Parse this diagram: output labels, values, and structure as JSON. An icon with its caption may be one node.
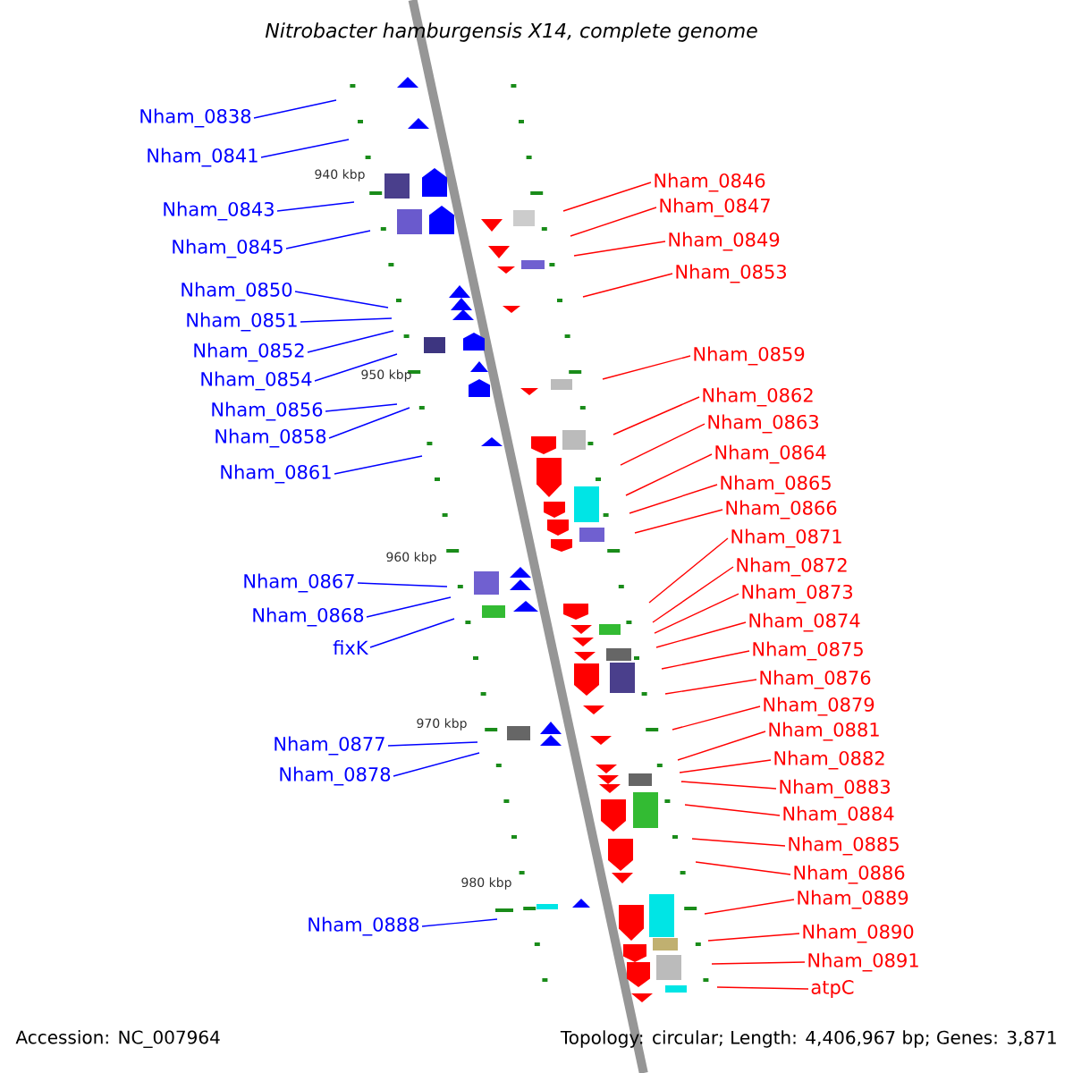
{
  "diagram": {
    "title": "Nitrobacter hamburgensis X14, complete genome",
    "nodes": [
      {
        "text": [
          "Nham_0838"
        ]
      },
      {
        "text": [
          "Nham_0841"
        ]
      },
      {
        "text": [
          "Nham_0843"
        ]
      },
      {
        "text": [
          "Nham_0845"
        ]
      },
      {
        "text": [
          "Nham_0850"
        ]
      },
      {
        "text": [
          "Nham_0851"
        ]
      },
      {
        "text": [
          "Nham_0852"
        ]
      },
      {
        "text": [
          "Nham_0854"
        ]
      },
      {
        "text": [
          "Nham_0856"
        ]
      },
      {
        "text": [
          "Nham_0858"
        ]
      },
      {
        "text": [
          "Nham_0861"
        ]
      },
      {
        "text": [
          "Nham_0867"
        ]
      },
      {
        "text": [
          "Nham_0868"
        ]
      },
      {
        "text": [
          "fixK"
        ]
      },
      {
        "text": [
          "Nham_0877"
        ]
      },
      {
        "text": [
          "Nham_0878"
        ]
      },
      {
        "text": [
          "Nham_0888"
        ]
      },
      {
        "text": [
          "Nham_0846"
        ]
      },
      {
        "text": [
          "Nham_0847"
        ]
      },
      {
        "text": [
          "Nham_0849"
        ]
      },
      {
        "text": [
          "Nham_0853"
        ]
      },
      {
        "text": [
          "Nham_0859"
        ]
      },
      {
        "text": [
          "Nham_0862"
        ]
      },
      {
        "text": [
          "Nham_0863"
        ]
      },
      {
        "text": [
          "Nham_0864"
        ]
      },
      {
        "text": [
          "Nham_0865"
        ]
      },
      {
        "text": [
          "Nham_0866"
        ]
      },
      {
        "text": [
          "Nham_0871"
        ]
      },
      {
        "text": [
          "Nham_0872"
        ]
      },
      {
        "text": [
          "Nham_0873"
        ]
      },
      {
        "text": [
          "Nham_0874"
        ]
      },
      {
        "text": [
          "Nham_0875"
        ]
      },
      {
        "text": [
          "Nham_0876"
        ]
      },
      {
        "text": [
          "Nham_0879"
        ]
      },
      {
        "text": [
          "Nham_0881"
        ]
      },
      {
        "text": [
          "Nham_0882"
        ]
      },
      {
        "text": [
          "Nham_0883"
        ]
      },
      {
        "text": [
          "Nham_0884"
        ]
      },
      {
        "text": [
          "Nham_0885"
        ]
      },
      {
        "text": [
          "Nham_0886"
        ]
      },
      {
        "text": [
          "Nham_0889"
        ]
      },
      {
        "text": [
          "Nham_0890"
        ]
      },
      {
        "text": [
          "Nham_0891"
        ]
      },
      {
        "text": [
          "atpC"
        ]
      }
    ],
    "edges": [
      {
        "from": 0,
        "to": null,
        "arrow": "none",
        "color": "#0000ff"
      },
      {
        "from": 1,
        "to": null,
        "arrow": "none",
        "color": "#0000ff"
      },
      {
        "from": 2,
        "to": null,
        "arrow": "none",
        "color": "#0000ff"
      },
      {
        "from": 3,
        "to": null,
        "arrow": "none",
        "color": "#0000ff"
      },
      {
        "from": 4,
        "to": null,
        "arrow": "none",
        "color": "#0000ff"
      },
      {
        "from": 5,
        "to": null,
        "arrow": "none",
        "color": "#0000ff"
      },
      {
        "from": 6,
        "to": null,
        "arrow": "none",
        "color": "#0000ff"
      },
      {
        "from": 7,
        "to": null,
        "arrow": "none",
        "color": "#0000ff"
      },
      {
        "from": 8,
        "to": null,
        "arrow": "none",
        "color": "#0000ff"
      },
      {
        "from": 9,
        "to": null,
        "arrow": "none",
        "color": "#0000ff"
      },
      {
        "from": 10,
        "to": null,
        "arrow": "none",
        "color": "#0000ff"
      },
      {
        "from": 11,
        "to": null,
        "arrow": "none",
        "color": "#0000ff"
      },
      {
        "from": 12,
        "to": null,
        "arrow": "none",
        "color": "#0000ff"
      },
      {
        "from": 13,
        "to": null,
        "arrow": "none",
        "color": "#0000ff"
      },
      {
        "from": 14,
        "to": null,
        "arrow": "none",
        "color": "#0000ff"
      },
      {
        "from": 15,
        "to": null,
        "arrow": "none",
        "color": "#0000ff"
      },
      {
        "from": 16,
        "to": null,
        "arrow": "none",
        "color": "#0000ff"
      },
      {
        "from": 17,
        "to": null,
        "arrow": "none"
      },
      {
        "from": 18,
        "to": null,
        "arrow": "none"
      },
      {
        "from": 19,
        "to": null,
        "arrow": "none"
      },
      {
        "from": 20,
        "to": null,
        "arrow": "none"
      },
      {
        "from": 21,
        "to": null,
        "arrow": "none"
      },
      {
        "from": 22,
        "to": null,
        "arrow": "none"
      },
      {
        "from": 23,
        "to": null,
        "arrow": "none"
      },
      {
        "from": 24,
        "to": null,
        "arrow": "none"
      },
      {
        "from": 25,
        "to": null,
        "arrow": "none"
      },
      {
        "from": 26,
        "to": null,
        "arrow": "none"
      },
      {
        "from": 27,
        "to": null,
        "arrow": "none"
      },
      {
        "from": 28,
        "to": null,
        "arrow": "none"
      },
      {
        "from": 29,
        "to": null,
        "arrow": "none"
      },
      {
        "from": 30,
        "to": null,
        "arrow": "none"
      },
      {
        "from": 31,
        "to": null,
        "arrow": "none"
      },
      {
        "from": 32,
        "to": null,
        "arrow": "none"
      },
      {
        "from": 33,
        "to": null,
        "arrow": "none"
      },
      {
        "from": 34,
        "to": null,
        "arrow": "none"
      },
      {
        "from": 35,
        "to": null,
        "arrow": "none"
      },
      {
        "from": 36,
        "to": null,
        "arrow": "none"
      },
      {
        "from": 37,
        "to": null,
        "arrow": "none"
      },
      {
        "from": 38,
        "to": null,
        "arrow": "none"
      },
      {
        "from": 39,
        "to": null,
        "arrow": "none"
      },
      {
        "from": 40,
        "to": null,
        "arrow": "none"
      },
      {
        "from": 41,
        "to": null,
        "arrow": "none"
      },
      {
        "from": 42,
        "to": null,
        "arrow": "none"
      },
      {
        "from": 43,
        "to": null,
        "arrow": "none"
      }
    ],
    "labels": [
      "940 kbp",
      "950 kbp",
      "960 kbp",
      "970 kbp",
      "980 kbp",
      "Accession: NC_007964",
      "Topology: circular; Length: 4,406,967 bp; Genes: 3,871"
    ]
  }
}
